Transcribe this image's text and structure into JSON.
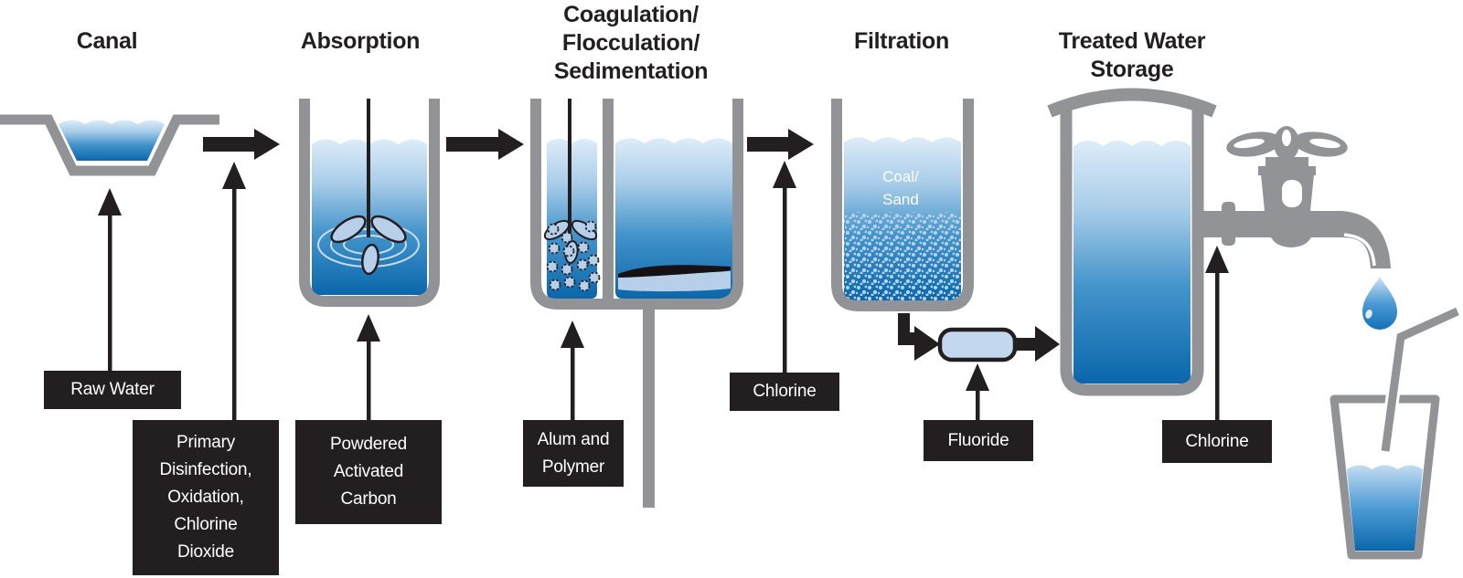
{
  "colors": {
    "outline_gray": "#919396",
    "ink_black": "#231f20",
    "accent_light_blue": "#b8cfe9",
    "component_blue": "#c3d7ee",
    "water_top": "#ddecf9",
    "water_deep": "#0a67ab",
    "label_text": "#ffffff"
  },
  "stages": [
    {
      "title_lines": [
        "Canal"
      ]
    },
    {
      "title_lines": [
        "Absorption"
      ]
    },
    {
      "title_lines": [
        "Coagulation/",
        "Flocculation/",
        "Sedimentation"
      ]
    },
    {
      "title_lines": [
        "Filtration"
      ]
    },
    {
      "title_lines": [
        "Treated Water",
        "Storage"
      ]
    }
  ],
  "filter_media": {
    "lines": [
      "Coal/",
      "Sand"
    ]
  },
  "labels": {
    "raw_water": {
      "lines": [
        "Raw Water"
      ]
    },
    "primary_disinfection": {
      "lines": [
        "Primary",
        "Disinfection,",
        "Oxidation,",
        "Chlorine",
        "Dioxide"
      ]
    },
    "powdered_activated_carbon": {
      "lines": [
        "Powdered",
        "Activated",
        "Carbon"
      ]
    },
    "alum_polymer": {
      "lines": [
        "Alum and",
        "Polymer"
      ]
    },
    "chlorine_filtration": {
      "lines": [
        "Chlorine"
      ]
    },
    "fluoride": {
      "lines": [
        "Fluoride"
      ]
    },
    "chlorine_storage": {
      "lines": [
        "Chlorine"
      ]
    }
  }
}
